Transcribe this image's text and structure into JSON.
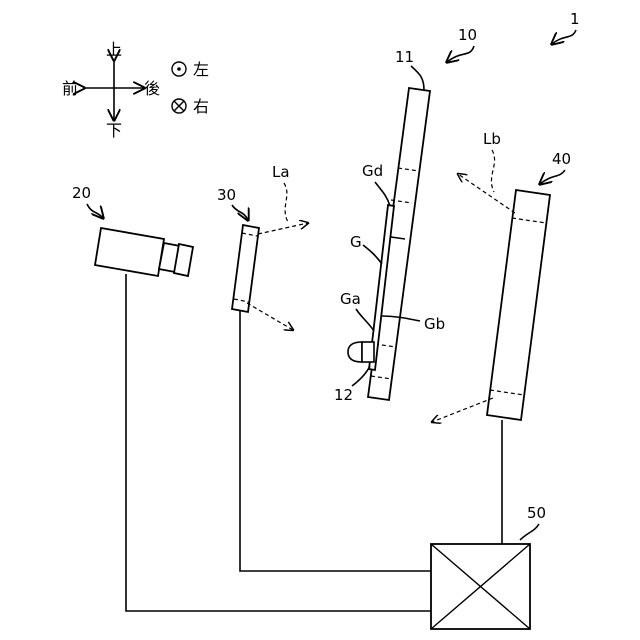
{
  "figure": {
    "label_system": "1",
    "label_camera": "20",
    "label_light_a": "30",
    "label_light_b": "40",
    "label_holder": "10",
    "label_holder_body": "11",
    "label_sucker": "12",
    "label_controller": "50",
    "label_La": "La",
    "label_Lb": "Lb",
    "label_G": "G",
    "label_Ga": "Ga",
    "label_Gb": "Gb",
    "label_Gd": "Gd"
  },
  "compass": {
    "up": "上",
    "down": "下",
    "front": "前",
    "back": "後",
    "left": "左",
    "right": "右"
  }
}
